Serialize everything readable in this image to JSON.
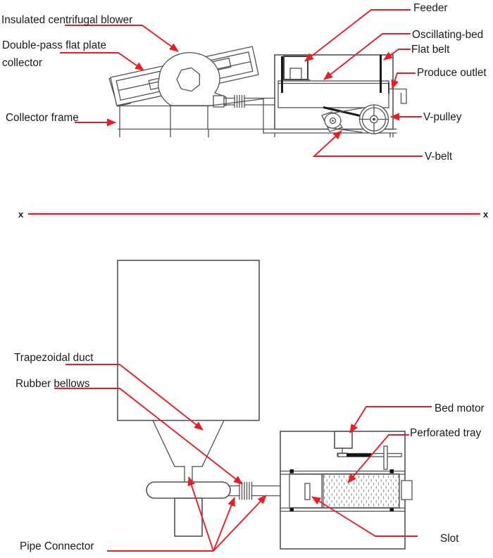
{
  "colors": {
    "leader_red": "#ec1c24",
    "line_gray": "#515257",
    "ink_black": "#1a1a1a",
    "background": "#ffffff"
  },
  "labels": {
    "insulated_blower": "Insulated centrifugal blower",
    "double_pass_line1": "Double-pass flat plate",
    "double_pass_line2": "collector",
    "collector_frame": "Collector frame",
    "feeder": "Feeder",
    "oscillating_bed": "Oscillating-bed",
    "flat_belt": "Flat belt",
    "produce_outlet": "Produce outlet",
    "v_pulley": "V-pulley",
    "v_belt": "V-belt",
    "section_marker_left": "x",
    "section_marker_right": "x",
    "trapezoidal_duct": "Trapezoidal duct",
    "rubber_bellows": "Rubber bellows",
    "pipe_connector": "Pipe Connector",
    "bed_motor": "Bed motor",
    "perforated_tray": "Perforated tray",
    "slot": "Slot"
  }
}
